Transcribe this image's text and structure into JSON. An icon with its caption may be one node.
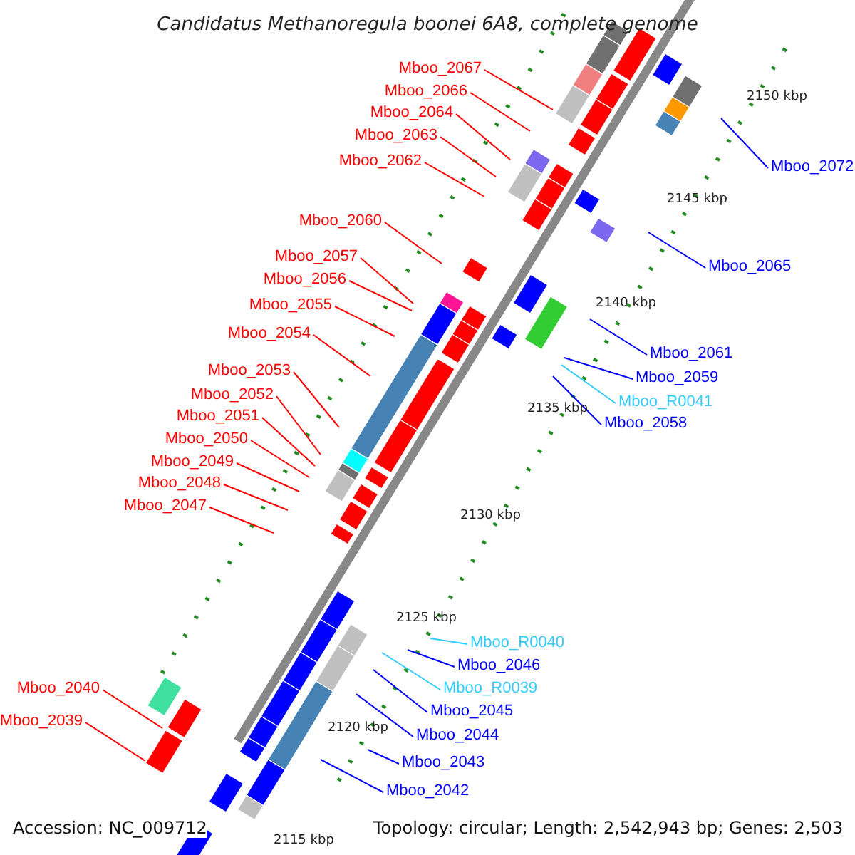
{
  "diagram": {
    "title": "Candidatus Methanoregula boonei 6A8, complete genome",
    "nodes": [
      {
        "text": [
          "Mboo_2067"
        ]
      },
      {
        "text": [
          "Mboo_2066"
        ]
      },
      {
        "text": [
          "Mboo_2064"
        ]
      },
      {
        "text": [
          "Mboo_2063"
        ]
      },
      {
        "text": [
          "Mboo_2062"
        ]
      },
      {
        "text": [
          "Mboo_2060"
        ]
      },
      {
        "text": [
          "Mboo_2057"
        ]
      },
      {
        "text": [
          "Mboo_2056"
        ]
      },
      {
        "text": [
          "Mboo_2055"
        ]
      },
      {
        "text": [
          "Mboo_2054"
        ]
      },
      {
        "text": [
          "Mboo_2053"
        ]
      },
      {
        "text": [
          "Mboo_2052"
        ]
      },
      {
        "text": [
          "Mboo_2051"
        ]
      },
      {
        "text": [
          "Mboo_2050"
        ]
      },
      {
        "text": [
          "Mboo_2049"
        ]
      },
      {
        "text": [
          "Mboo_2048"
        ]
      },
      {
        "text": [
          "Mboo_2047"
        ]
      },
      {
        "text": [
          "Mboo_2040"
        ]
      },
      {
        "text": [
          "Mboo_2039"
        ]
      },
      {
        "text": [
          "Mboo_2072"
        ]
      },
      {
        "text": [
          "Mboo_2065"
        ]
      },
      {
        "text": [
          "Mboo_2061"
        ]
      },
      {
        "text": [
          "Mboo_2059"
        ]
      },
      {
        "text": [
          "Mboo_R0041"
        ]
      },
      {
        "text": [
          "Mboo_2058"
        ]
      },
      {
        "text": [
          "Mboo_R0040"
        ]
      },
      {
        "text": [
          "Mboo_2046"
        ]
      },
      {
        "text": [
          "Mboo_R0039"
        ]
      },
      {
        "text": [
          "Mboo_2045"
        ]
      },
      {
        "text": [
          "Mboo_2044"
        ]
      },
      {
        "text": [
          "Mboo_2043"
        ]
      },
      {
        "text": [
          "Mboo_2042"
        ]
      }
    ],
    "edges": [
      {
        "from": 0,
        "to": null,
        "arrow": "none",
        "color": "#ff0000"
      },
      {
        "from": 1,
        "to": null,
        "arrow": "none",
        "color": "#ff0000"
      },
      {
        "from": 2,
        "to": null,
        "arrow": "none",
        "color": "#ff0000"
      },
      {
        "from": 3,
        "to": null,
        "arrow": "none",
        "color": "#ff0000"
      },
      {
        "from": 4,
        "to": null,
        "arrow": "none",
        "color": "#ff0000"
      },
      {
        "from": 5,
        "to": null,
        "arrow": "none",
        "color": "#ff0000"
      },
      {
        "from": 6,
        "to": null,
        "arrow": "none",
        "color": "#ff0000"
      },
      {
        "from": 7,
        "to": null,
        "arrow": "none",
        "color": "#ff0000"
      },
      {
        "from": 8,
        "to": null,
        "arrow": "none",
        "color": "#ff0000"
      },
      {
        "from": 9,
        "to": null,
        "arrow": "none",
        "color": "#ff0000"
      },
      {
        "from": 10,
        "to": null,
        "arrow": "none",
        "color": "#ff0000"
      },
      {
        "from": 11,
        "to": null,
        "arrow": "none",
        "color": "#ff0000"
      },
      {
        "from": 12,
        "to": null,
        "arrow": "none",
        "color": "#ff0000"
      },
      {
        "from": 13,
        "to": null,
        "arrow": "none",
        "color": "#ff0000"
      },
      {
        "from": 14,
        "to": null,
        "arrow": "none",
        "color": "#ff0000"
      },
      {
        "from": 15,
        "to": null,
        "arrow": "none",
        "color": "#ff0000"
      },
      {
        "from": 16,
        "to": null,
        "arrow": "none",
        "color": "#ff0000"
      },
      {
        "from": 17,
        "to": null,
        "arrow": "none",
        "color": "#ff0000"
      },
      {
        "from": 18,
        "to": null,
        "arrow": "none",
        "color": "#ff0000"
      },
      {
        "from": 19,
        "to": null,
        "arrow": "none",
        "color": "#0000ff"
      },
      {
        "from": 20,
        "to": null,
        "arrow": "none",
        "color": "#0000ff"
      },
      {
        "from": 21,
        "to": null,
        "arrow": "none",
        "color": "#0000ff"
      },
      {
        "from": 22,
        "to": null,
        "arrow": "none",
        "color": "#0000ff"
      },
      {
        "from": 23,
        "to": null,
        "arrow": "none",
        "color": "#33ccff"
      },
      {
        "from": 24,
        "to": null,
        "arrow": "none",
        "color": "#0000ff"
      },
      {
        "from": 25,
        "to": null,
        "arrow": "none",
        "color": "#33ccff"
      },
      {
        "from": 26,
        "to": null,
        "arrow": "none",
        "color": "#0000ff"
      },
      {
        "from": 27,
        "to": null,
        "arrow": "none",
        "color": "#33ccff"
      },
      {
        "from": 28,
        "to": null,
        "arrow": "none",
        "color": "#0000ff"
      },
      {
        "from": 29,
        "to": null,
        "arrow": "none",
        "color": "#0000ff"
      },
      {
        "from": 30,
        "to": null,
        "arrow": "none",
        "color": "#0000ff"
      },
      {
        "from": 31,
        "to": null,
        "arrow": "none",
        "color": "#0000ff"
      }
    ],
    "labels": [
      "2150 kbp",
      "2145 kbp",
      "2140 kbp",
      "2135 kbp",
      "2130 kbp",
      "2125 kbp",
      "2120 kbp",
      "Accession: NC_009712",
      "Topology: circular; Length: 2,542,943 bp; Genes: 2,503",
      "2115 kbp"
    ]
  }
}
